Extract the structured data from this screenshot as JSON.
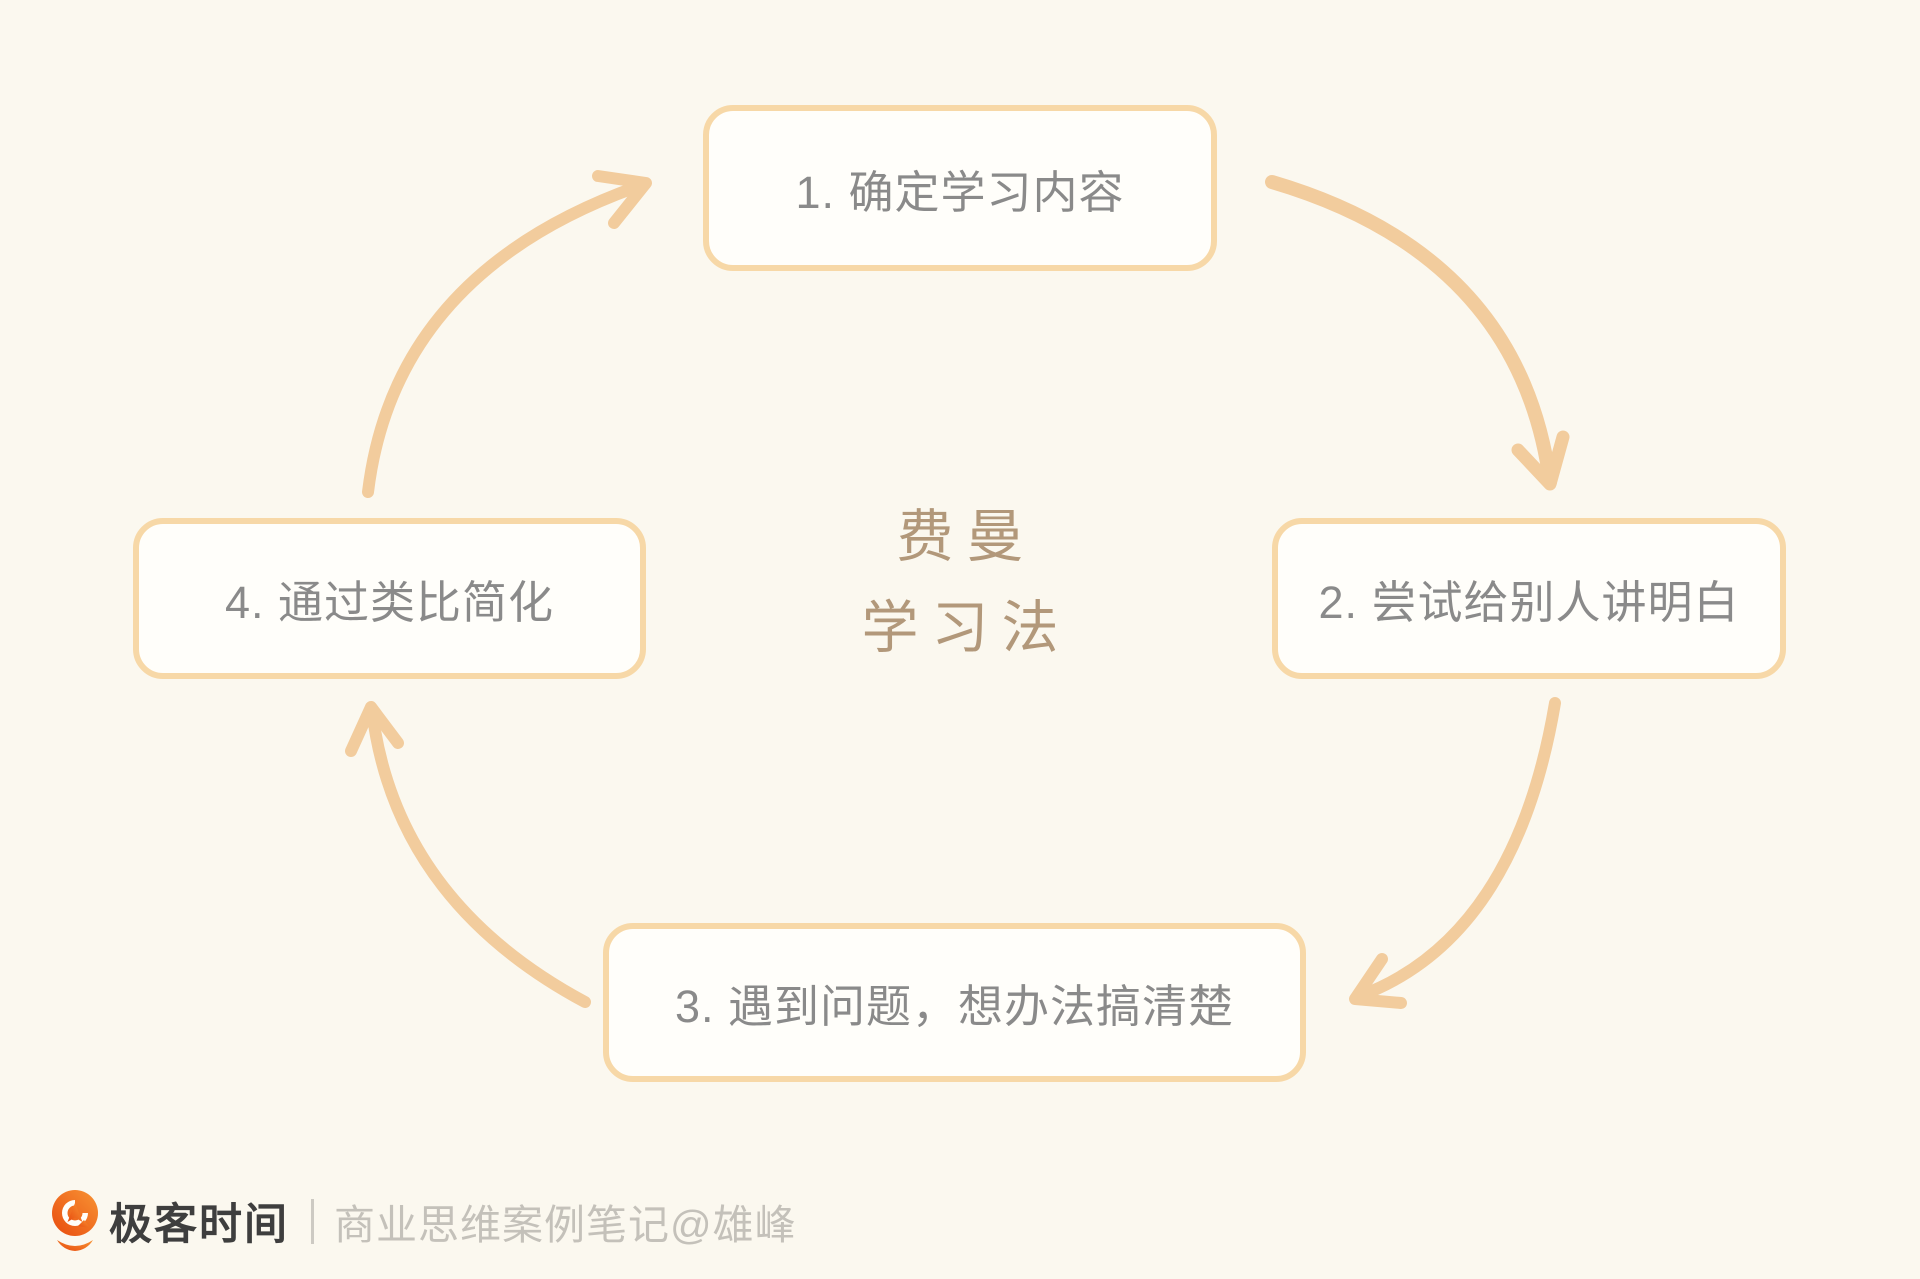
{
  "diagram": {
    "center_title": {
      "line1": "费曼",
      "line2": "学习法"
    },
    "steps": [
      {
        "label": "1. 确定学习内容"
      },
      {
        "label": "2. 尝试给别人讲明白"
      },
      {
        "label": "3. 遇到问题，想办法搞清楚"
      },
      {
        "label": "4. 通过类比简化"
      }
    ],
    "colors": {
      "background": "#fbf8ef",
      "box_background": "#fffefa",
      "box_border": "#f7d8a7",
      "box_text": "#8a8a8a",
      "arrow": "#f2cc9d",
      "center_title_text": "#b2987a"
    }
  },
  "footer": {
    "brand": "极客时间",
    "credit": "商业思维案例笔记@雄峰",
    "logo_icon": "geektime-pin-icon",
    "brand_color": "#3e3e3e",
    "credit_color": "#c4c1ba",
    "logo_orange": "#ee5a13"
  }
}
